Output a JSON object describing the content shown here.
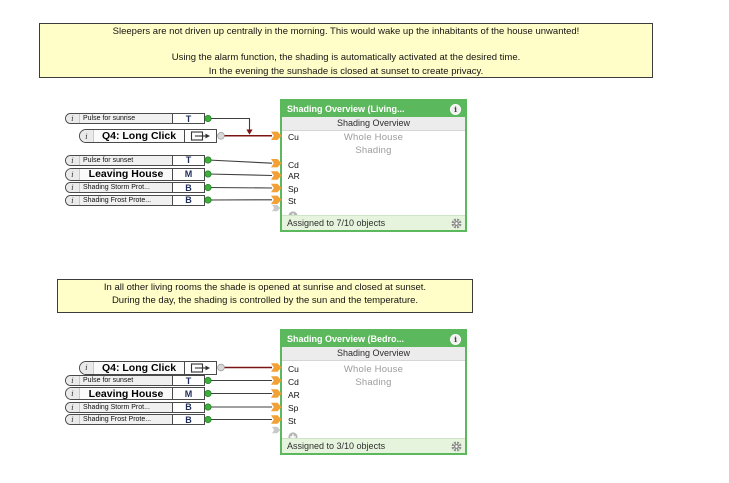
{
  "colors": {
    "block_green": "#5cb85c",
    "note_bg": "#fffec8",
    "note_border": "#3c3c3c",
    "subband_bg": "#ececec",
    "footer_bg": "#e6f3dd",
    "desc_gray": "#9c9c9c",
    "wire": "#3f3f3f",
    "wire_active": "#7d1414",
    "input_arrow_orange": "#f2a137",
    "connector_green": "#3fae3f",
    "connector_gray": "#d8d8d8"
  },
  "icons": {
    "info_glyph": "i"
  },
  "notes": [
    {
      "lines": [
        "Sleepers are not driven up centrally in the morning. This would wake up the inhabitants of the house unwanted!",
        "",
        "Using the alarm function, the shading is automatically activated at the desired time.",
        "In the evening the sunshade is closed at sunset to create privacy."
      ]
    },
    {
      "lines": [
        "In all other living rooms the shade is opened at sunrise and closed at sunset.",
        "During the day, the shading is controlled by the sun and the temperature."
      ]
    }
  ],
  "blocks": [
    {
      "title": "Shading Overview (Living...",
      "subtitle": "Shading Overview",
      "description_line1": "Whole House",
      "description_line2": "Shading",
      "inputs": [
        "Cu",
        "Cd",
        "AR",
        "Sp",
        "St"
      ],
      "footer": "Assigned to 7/10 objects"
    },
    {
      "title": "Shading Overview (Bedro...",
      "subtitle": "Shading Overview",
      "description_line1": "Whole House",
      "description_line2": "Shading",
      "inputs": [
        "Cu",
        "Cd",
        "AR",
        "Sp",
        "St"
      ],
      "footer": "Assigned to 3/10 objects"
    }
  ],
  "sources": [
    {
      "label": "Pulse for sunrise",
      "type": "T"
    },
    {
      "label": "Q4: Long Click",
      "type": "",
      "type_icon": "output-reference"
    },
    {
      "label": "Pulse for sunset",
      "type": "T"
    },
    {
      "label": "Leaving House",
      "type": "M"
    },
    {
      "label": "Shading Storm Prot...",
      "type": "B"
    },
    {
      "label": "Shading Frost Prote...",
      "type": "B"
    },
    {
      "label": "Q4: Long Click",
      "type": "",
      "type_icon": "output-reference"
    },
    {
      "label": "Pulse for sunset",
      "type": "T"
    },
    {
      "label": "Leaving House",
      "type": "M"
    },
    {
      "label": "Shading Storm Prot...",
      "type": "B"
    },
    {
      "label": "Shading Frost Prote...",
      "type": "B"
    }
  ]
}
